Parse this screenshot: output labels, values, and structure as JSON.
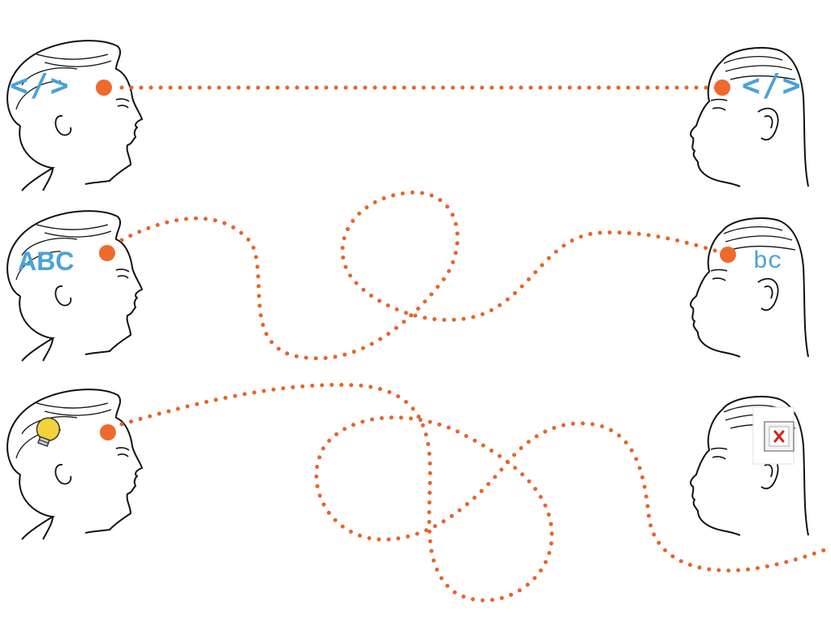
{
  "colors": {
    "path": "#e8632a",
    "dot": "#ee6a2c",
    "label": "#4aa3d8",
    "ink": "#111111",
    "bulb": "#f3d23a",
    "broken_icon_x": "#d9231f"
  },
  "rows": [
    {
      "sender_icon": "code-brackets-icon",
      "sender_label": "</>",
      "receiver_label": "</>",
      "path": "straight"
    },
    {
      "sender_label": "ABC",
      "receiver_label": "bc",
      "path": "single-loop"
    },
    {
      "sender_icon": "lightbulb-icon",
      "receiver_icon": "broken-image-icon",
      "path": "double-loop"
    }
  ]
}
